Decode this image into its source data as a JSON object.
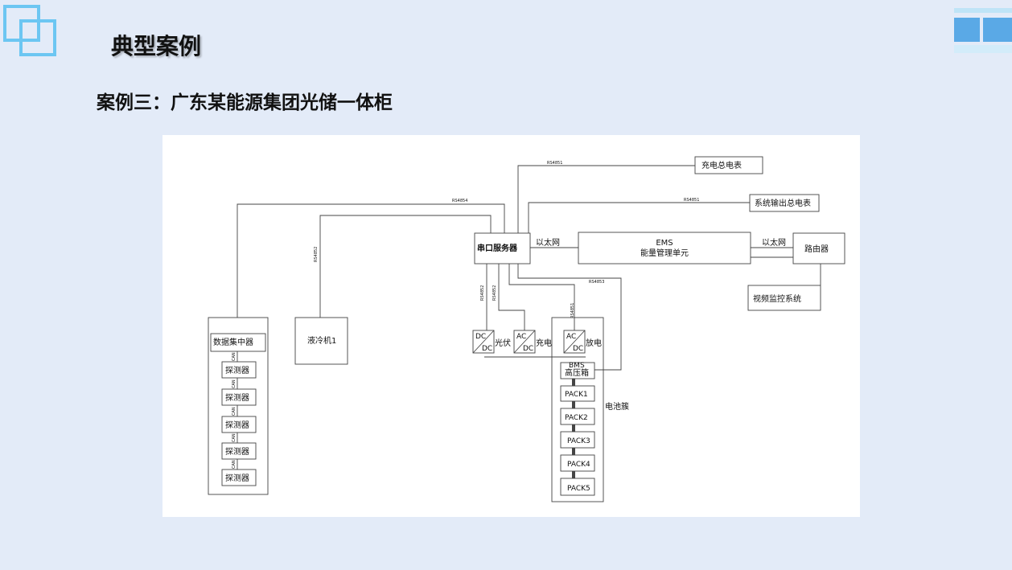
{
  "page": {
    "title": "典型案例",
    "subtitle": "案例三：广东某能源集团光储一体柜"
  },
  "diagram": {
    "nodes": {
      "charge_meter": "充电总电表",
      "output_meter": "系统输出总电表",
      "serial_server": "串口服务器",
      "ems_line1": "EMS",
      "ems_line2": "能量管理单元",
      "router": "路由器",
      "video": "视频监控系统",
      "data_concentrator": "数据集中器",
      "detector": "探测器",
      "liquid_cooler": "液冷机1",
      "dcdc_top": "DC",
      "dcdc_bottom": "DC",
      "pv": "光伏",
      "acdc1_top": "AC",
      "acdc1_bottom": "DC",
      "charge": "充电",
      "acdc2_top": "AC",
      "acdc2_bottom": "DC",
      "discharge": "放电",
      "bms": "BMS",
      "hv_box": "高压箱",
      "pack1": "PACK1",
      "pack2": "PACK2",
      "pack3": "PACK3",
      "pack4": "PACK4",
      "pack5": "PACK5",
      "battery_cluster": "电池簇"
    },
    "links": {
      "ethernet": "以太网",
      "rs485_1": "RS4851",
      "rs485_2": "RS4852",
      "rs485_3": "RS4853",
      "rs485_4": "RS4854",
      "can": "CAN"
    }
  },
  "colors": {
    "background": "#e3ebf8",
    "accent": "#5aa9e6",
    "line": "#444444"
  }
}
